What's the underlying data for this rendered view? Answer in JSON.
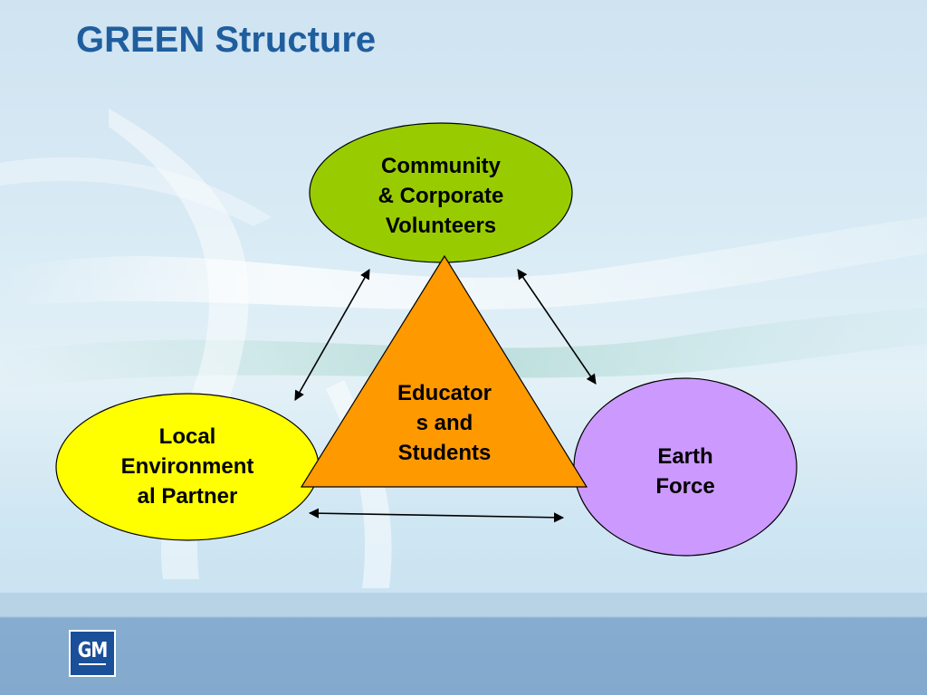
{
  "slide": {
    "title": "GREEN Structure",
    "logo_text": "GM"
  },
  "diagram": {
    "nodes": {
      "community": {
        "label": "Community\n& Corporate\nVolunteers",
        "shape": "ellipse",
        "color": "#99cc00"
      },
      "educators": {
        "label": "Educator\ns and\nStudents",
        "shape": "triangle",
        "color": "#ff9900"
      },
      "local": {
        "label": "Local\nEnvironment\nal Partner",
        "shape": "ellipse",
        "color": "#ffff00"
      },
      "earth": {
        "label": "Earth\nForce",
        "shape": "circle",
        "color": "#cc99ff"
      }
    },
    "connections": [
      {
        "from": "community",
        "to": "local",
        "type": "double-arrow"
      },
      {
        "from": "community",
        "to": "earth",
        "type": "double-arrow"
      },
      {
        "from": "local",
        "to": "earth",
        "type": "double-arrow"
      }
    ]
  },
  "colors": {
    "title": "#1f5e9e",
    "footer": "#86acd0",
    "logo_bg": "#1a4f9a"
  }
}
